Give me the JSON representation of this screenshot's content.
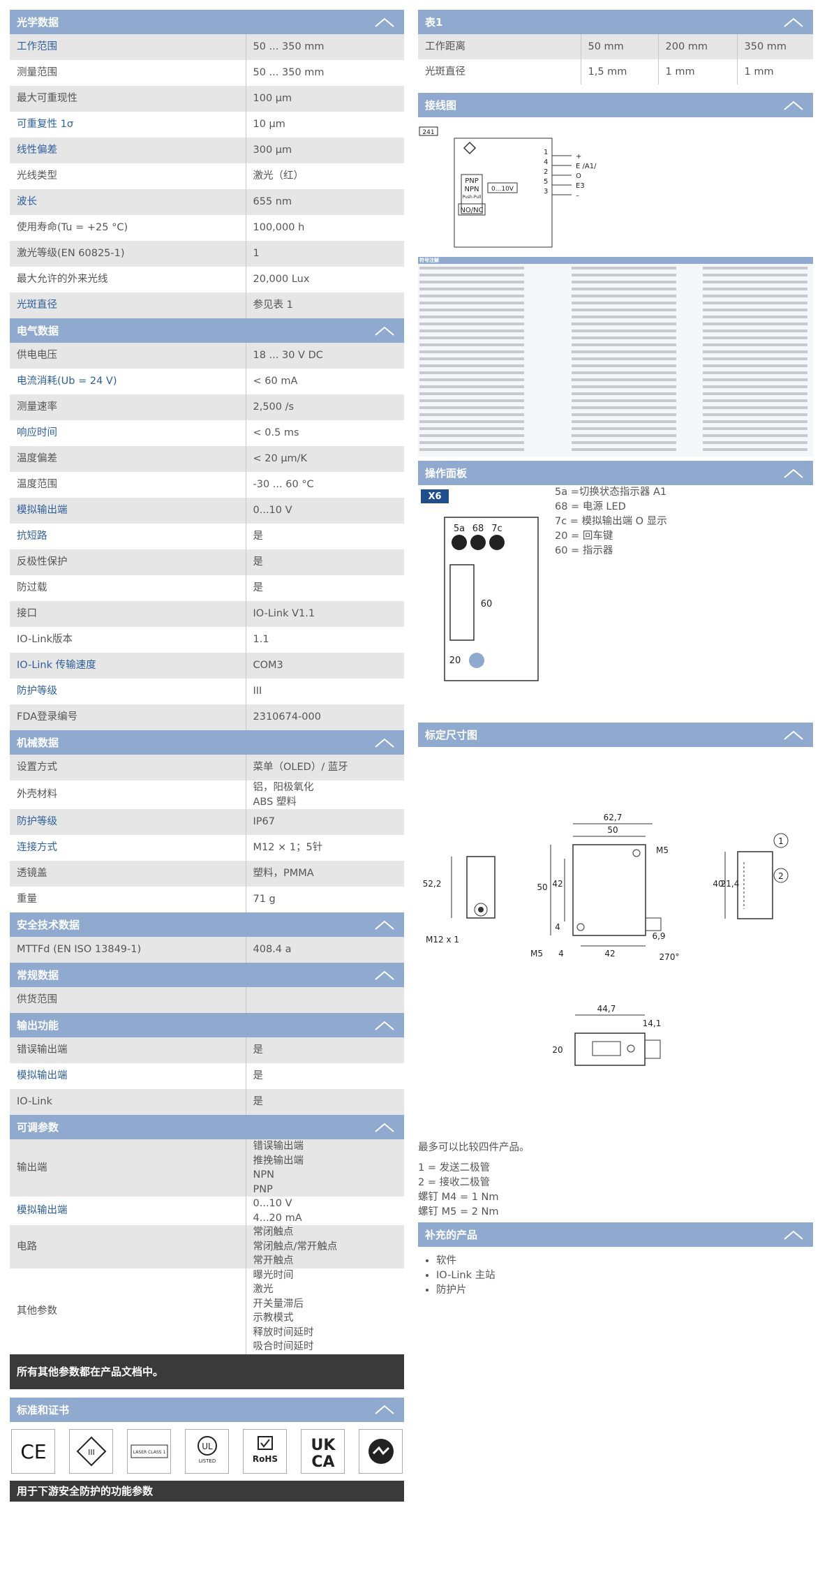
{
  "left": {
    "optical": {
      "title": "光学数据",
      "rows": [
        {
          "k": "工作范围",
          "v": "50 ... 350 mm",
          "link": true
        },
        {
          "k": "测量范围",
          "v": "50 ... 350 mm",
          "link": false
        },
        {
          "k": "最大可重现性",
          "v": "100 µm",
          "link": false
        },
        {
          "k": "可重复性 1σ",
          "v": "10 µm",
          "link": true
        },
        {
          "k": "线性偏差",
          "v": "300 µm",
          "link": true
        },
        {
          "k": "光线类型",
          "v": "激光（红）",
          "link": false
        },
        {
          "k": "波长",
          "v": "655 nm",
          "link": true
        },
        {
          "k": "使用寿命(Tu = +25 °C)",
          "v": "100,000 h",
          "link": false
        },
        {
          "k": "激光等级(EN 60825-1)",
          "v": "1",
          "link": false
        },
        {
          "k": "最大允许的外来光线",
          "v": "20,000 Lux",
          "link": false
        },
        {
          "k": "光斑直径",
          "v": "参见表 1",
          "link": true
        }
      ]
    },
    "electrical": {
      "title": "电气数据",
      "rows": [
        {
          "k": "供电电压",
          "v": "18 ... 30 V DC",
          "link": false
        },
        {
          "k": "电流消耗(Ub = 24 V)",
          "v": "< 60 mA",
          "link": true
        },
        {
          "k": "测量速率",
          "v": "2,500 /s",
          "link": false
        },
        {
          "k": "响应时间",
          "v": " < 0.5 ms",
          "link": true
        },
        {
          "k": "温度偏差",
          "v": "< 20 µm/K",
          "link": false
        },
        {
          "k": "温度范围",
          "v": "-30 ... 60 °C",
          "link": false
        },
        {
          "k": "模拟输出端",
          "v": "0...10 V",
          "link": true
        },
        {
          "k": "抗短路",
          "v": "是",
          "link": true
        },
        {
          "k": "反极性保护",
          "v": "是",
          "link": false
        },
        {
          "k": "防过载",
          "v": "是",
          "link": false
        },
        {
          "k": "接口",
          "v": "IO-Link V1.1",
          "link": false
        },
        {
          "k": "IO-Link版本",
          "v": "1.1",
          "link": false
        },
        {
          "k": "IO-Link 传输速度",
          "v": "COM3",
          "link": true
        },
        {
          "k": "防护等级",
          "v": "III",
          "link": true
        },
        {
          "k": "FDA登录编号",
          "v": "2310674-000",
          "link": false
        }
      ]
    },
    "mechanical": {
      "title": "机械数据",
      "rows": [
        {
          "k": "设置方式",
          "v": "菜单（OLED）/ 蓝牙",
          "link": false
        },
        {
          "k": "外壳材料",
          "v": "铝，阳极氧化\nABS 塑料",
          "link": false
        },
        {
          "k": "防护等级",
          "v": "IP67",
          "link": true
        },
        {
          "k": "连接方式",
          "v": "M12 × 1；5针",
          "link": true
        },
        {
          "k": "透镜盖",
          "v": "塑料，PMMA",
          "link": false
        },
        {
          "k": "重量",
          "v": "71 g",
          "link": false
        }
      ]
    },
    "safety": {
      "title": "安全技术数据",
      "rows": [
        {
          "k": "MTTFd (EN ISO 13849-1)",
          "v": "408.4 a",
          "link": false
        }
      ]
    },
    "general": {
      "title": "常规数据",
      "rows": [
        {
          "k": "供货范围",
          "v": "",
          "link": false
        }
      ]
    },
    "output": {
      "title": "输出功能",
      "rows": [
        {
          "k": "错误输出端",
          "v": "是",
          "link": false
        },
        {
          "k": "模拟输出端",
          "v": "是",
          "link": true
        },
        {
          "k": "IO-Link",
          "v": "是",
          "link": false
        }
      ]
    },
    "adjustable": {
      "title": "可调参数",
      "rows": [
        {
          "k": "输出端",
          "v": "错误输出端\n推挽输出端\nNPN\nPNP",
          "link": false
        },
        {
          "k": "模拟输出端",
          "v": "0...10 V\n4...20 mA",
          "link": true
        },
        {
          "k": "电路",
          "v": "常闭触点\n常闭触点/常开触点\n常开触点",
          "link": false
        },
        {
          "k": "其他参数",
          "v": "曝光时间\n激光\n开关量滞后\n示教模式\n释放时间延时\n吸合时间延时",
          "link": false
        }
      ]
    },
    "all_params_note": "所有其他参数都在产品文档中。",
    "standards": {
      "title": "标准和证书",
      "certs": [
        "CE",
        "III",
        "LASER CLASS 1",
        "UL LISTED",
        "RoHS",
        "UK CA",
        "IO-Link"
      ]
    },
    "footer_cut": "用于下游安全防护的功能参数"
  },
  "right": {
    "table1": {
      "title": "表1",
      "rows": [
        [
          "工作距离",
          "50 mm",
          "200 mm",
          "350 mm"
        ],
        [
          "光斑直径",
          "1,5 mm",
          "1 mm",
          "1 mm"
        ]
      ]
    },
    "wiring": {
      "title": "接线图",
      "code": "241",
      "pins": [
        "1",
        "4",
        "2",
        "5",
        "3"
      ],
      "pin_labels": [
        "+",
        "E /A1/",
        "O",
        "E3",
        "–"
      ],
      "box_labels": [
        "PNP",
        "NPN",
        "Push-Pull",
        "NO/NC"
      ],
      "analog": "0...10V"
    },
    "legend": {
      "title": "符号注解"
    },
    "panel": {
      "title": "操作面板",
      "code": "X6",
      "items": [
        "5a =切换状态指示器 A1",
        "68 = 电源 LED",
        "7c = 模拟输出端 O 显示",
        "20 = 回车键",
        "60 = 指示器"
      ],
      "labels": [
        "5a",
        "68",
        "7c",
        "60",
        "20"
      ]
    },
    "dimensions": {
      "title": "标定尺寸图",
      "labels": [
        "62,7",
        "50",
        "M5",
        "52,2",
        "50",
        "42",
        "4",
        "M12 x 1",
        "M5",
        "4",
        "42",
        "6,9",
        "270°",
        "40",
        "21,4",
        "1",
        "2",
        "44,7",
        "14,1",
        "20"
      ]
    },
    "notes": [
      "最多可以比较四件产品。",
      "1 = 发送二极管",
      "2 = 接收二极管",
      "螺钉 M4 = 1 Nm",
      "螺钉 M5 = 2 Nm"
    ],
    "accessories": {
      "title": "补充的产品",
      "items": [
        "软件",
        "IO-Link 主站",
        "防护片"
      ]
    }
  }
}
